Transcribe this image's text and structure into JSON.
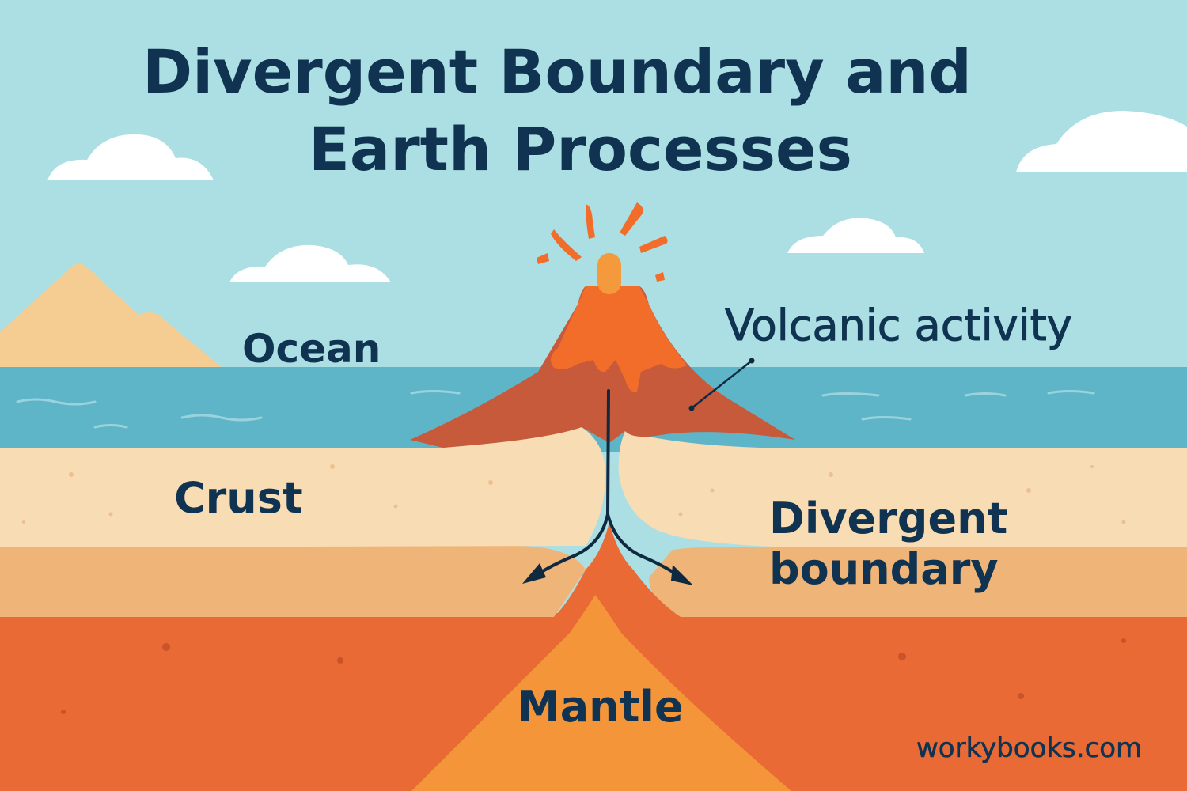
{
  "title": {
    "line1": "Divergent Boundary and",
    "line2": "Earth Processes"
  },
  "labels": {
    "ocean": "Ocean",
    "volcanic_activity": "Volcanic activity",
    "crust": "Crust",
    "divergent_line1": "Divergent",
    "divergent_line2": "boundary",
    "mantle": "Mantle"
  },
  "source_credit": "workybooks.com",
  "colors": {
    "sky": "#abdfe3",
    "ocean": "#5fb5c8",
    "crust_upper": "#f8dcb4",
    "crust_lower": "#efb578",
    "mantle": "#e96a35",
    "magma_core": "#f5953a",
    "volcano": "#c65a3a",
    "lava": "#f26d2a",
    "text": "#0f3351"
  },
  "icons": {
    "clouds": "cloud-icon",
    "mountain": "mountain-icon",
    "volcano": "volcano-icon",
    "arrows": "arrow-icon"
  }
}
